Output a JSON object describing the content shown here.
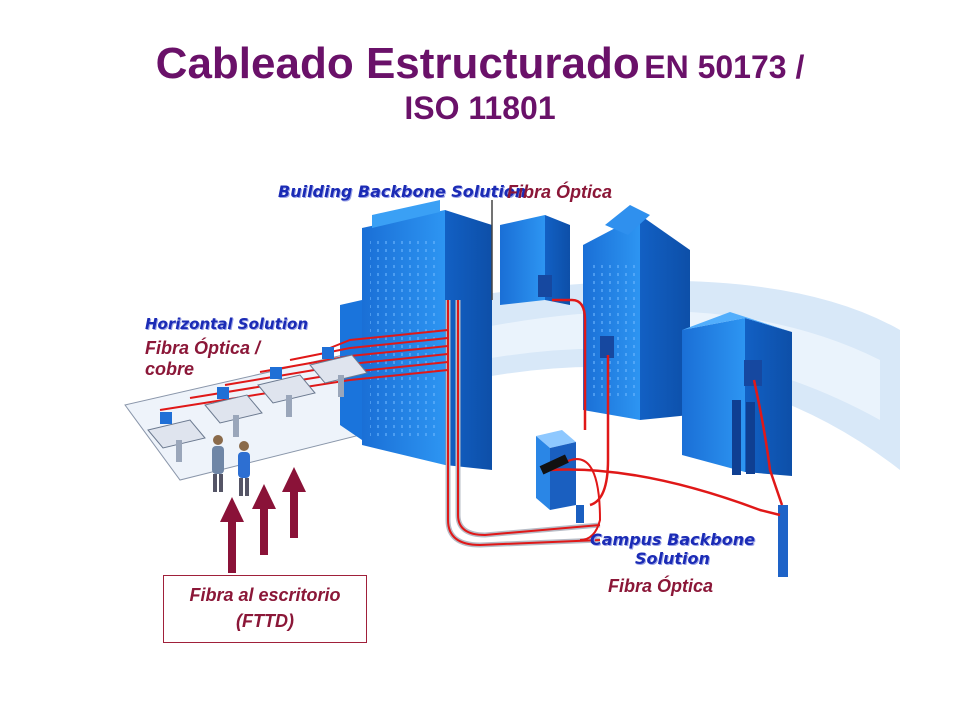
{
  "title": {
    "main": "Cableado Estructurado",
    "standard_line1": "EN 50173 /",
    "standard_line2": "ISO 11801"
  },
  "solutions": {
    "building_backbone": "Building Backbone Solution",
    "horizontal": "Horizontal Solution",
    "campus_backbone_line1": "Campus Backbone",
    "campus_backbone_line2": "Solution"
  },
  "labels": {
    "building_media": "Fibra Óptica",
    "horizontal_media_line1": "Fibra Óptica /",
    "horizontal_media_line2": "cobre",
    "campus_media": "Fibra Óptica",
    "fttd_line1": "Fibra al escritorio",
    "fttd_line2": "(FTTD)"
  },
  "colors": {
    "title": "#6a1169",
    "building_blue": "#1f86e8",
    "cable_red": "#e01818",
    "arrow": "#8a1238",
    "solution_text": "#1b2bb5"
  }
}
